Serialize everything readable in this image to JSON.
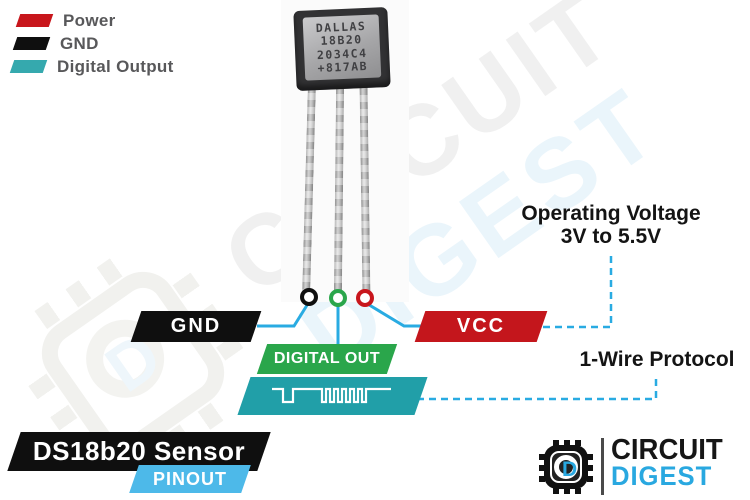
{
  "legend": {
    "items": [
      {
        "label": "Power",
        "color": "#c8161c"
      },
      {
        "label": "GND",
        "color": "#0f0f0f"
      },
      {
        "label": "Digital Output",
        "color": "#35a9ae"
      }
    ]
  },
  "sensor": {
    "markings": [
      "DALLAS",
      "18B20",
      "2034C4",
      "+817AB"
    ]
  },
  "pins": {
    "gnd": {
      "label": "GND",
      "color": "#0f0f0f"
    },
    "data": {
      "label": "DIGITAL OUT",
      "color": "#2aa64b"
    },
    "vcc": {
      "label": "VCC",
      "color": "#c4161c"
    }
  },
  "callouts": {
    "voltage_line1": "Operating Voltage",
    "voltage_line2": "3V to 5.5V",
    "protocol": "1-Wire Protocol"
  },
  "footer": {
    "title": "DS18b20 Sensor",
    "subtitle": "PINOUT"
  },
  "brand": {
    "word1": "CIRCUIT",
    "word2": "DIGEST",
    "monogram": "D"
  },
  "watermark": {
    "word1": "CIRCUIT",
    "word2": "DIGEST"
  },
  "colors": {
    "wire_blue": "#29abe2",
    "signal_teal": "#219fa8",
    "pinout_blue": "#4db9e9",
    "brand_blue": "#29a8e0"
  }
}
